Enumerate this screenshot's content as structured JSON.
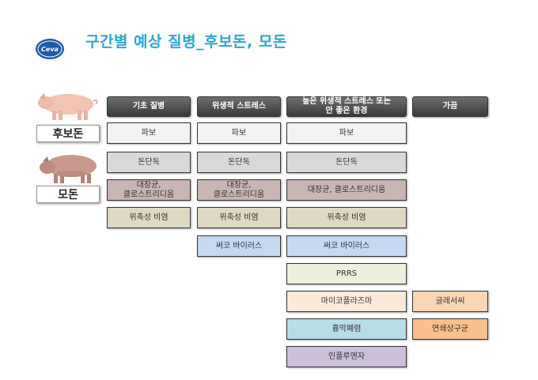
{
  "title": "구간별 예상 질병_후보돈, 모돈",
  "logo_text": "Ceva",
  "headers": [
    "기초 질병",
    "위생적 스트레스",
    "높은 위생적 스트레스 또는\n안 좋은 환경",
    "가끔"
  ],
  "labels": {
    "gilt": "후보돈",
    "sow": "모돈"
  },
  "cells": [
    {
      "text": "파보",
      "col": 0,
      "row": 0,
      "color": "#f2f2f2"
    },
    {
      "text": "파보",
      "col": 1,
      "row": 0,
      "color": "#f2f2f2"
    },
    {
      "text": "파보",
      "col": 2,
      "row": 0,
      "color": "#f2f2f2"
    },
    {
      "text": "돈단독",
      "col": 0,
      "row": 1,
      "color": "#d9d9d9"
    },
    {
      "text": "돈단독",
      "col": 1,
      "row": 1,
      "color": "#d9d9d9"
    },
    {
      "text": "돈단독",
      "col": 2,
      "row": 1,
      "color": "#d9d9d9"
    },
    {
      "text": "대장균,\n클로스트리디움",
      "col": 0,
      "row": 2,
      "color": "#c9b5b3"
    },
    {
      "text": "대장균,\n클로스트리디움",
      "col": 1,
      "row": 2,
      "color": "#c9b5b3"
    },
    {
      "text": "대장균, 클로스트리디움",
      "col": 2,
      "row": 2,
      "color": "#c9b5b3"
    },
    {
      "text": "위축성 비염",
      "col": 0,
      "row": 3,
      "color": "#ddd9c3"
    },
    {
      "text": "위축성 비염",
      "col": 1,
      "row": 3,
      "color": "#ddd9c3"
    },
    {
      "text": "위축성 비염",
      "col": 2,
      "row": 3,
      "color": "#ddd9c3"
    },
    {
      "text": "써코 바이러스",
      "col": 1,
      "row": 4,
      "color": "#c5d9f1"
    },
    {
      "text": "써코 바이러스",
      "col": 2,
      "row": 4,
      "color": "#c5d9f1"
    },
    {
      "text": "PRRS",
      "col": 2,
      "row": 5,
      "color": "#ebf1de"
    },
    {
      "text": "마이코플라즈마",
      "col": 2,
      "row": 6,
      "color": "#fde9d9"
    },
    {
      "text": "글레서씨",
      "col": 3,
      "row": 6,
      "color": "#fcd5b4"
    },
    {
      "text": "흉막폐렴",
      "col": 2,
      "row": 7,
      "color": "#b7dde8"
    },
    {
      "text": "연쇄상구균",
      "col": 3,
      "row": 7,
      "color": "#fabf8f"
    },
    {
      "text": "인플루엔자",
      "col": 2,
      "row": 8,
      "color": "#ccc0da"
    }
  ]
}
